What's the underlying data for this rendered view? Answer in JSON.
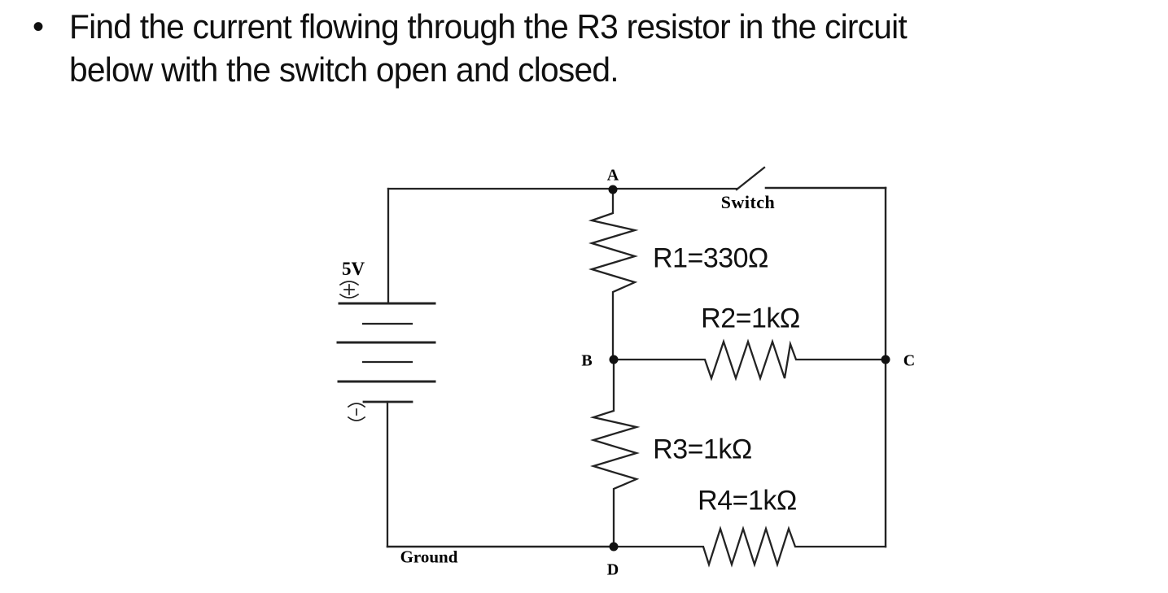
{
  "title": {
    "bullet": "•",
    "lines": [
      "Find the current flowing through the R3 resistor in the circuit",
      "below with the switch open and closed."
    ]
  },
  "circuit": {
    "battery": {
      "voltage": "5V",
      "positive_terminal": "(+)",
      "negative_terminal": "(-)"
    },
    "switch": {
      "label": "Switch",
      "state": "open"
    },
    "nodes": {
      "a": "A",
      "b": "B",
      "c": "C",
      "d": "D"
    },
    "ground_label": "Ground",
    "resistors": [
      {
        "name": "R1",
        "value": "330Ω",
        "label": "R1=330Ω",
        "orientation": "vertical"
      },
      {
        "name": "R2",
        "value": "1kΩ",
        "label": "R2=1kΩ",
        "orientation": "horizontal"
      },
      {
        "name": "R3",
        "value": "1kΩ",
        "label": "R3=1kΩ",
        "orientation": "vertical"
      },
      {
        "name": "R4",
        "value": "1kΩ",
        "label": "R4=1kΩ",
        "orientation": "horizontal"
      }
    ],
    "colors": {
      "wire": "#232323",
      "text": "#000000",
      "label_background": "#ffffff"
    }
  }
}
